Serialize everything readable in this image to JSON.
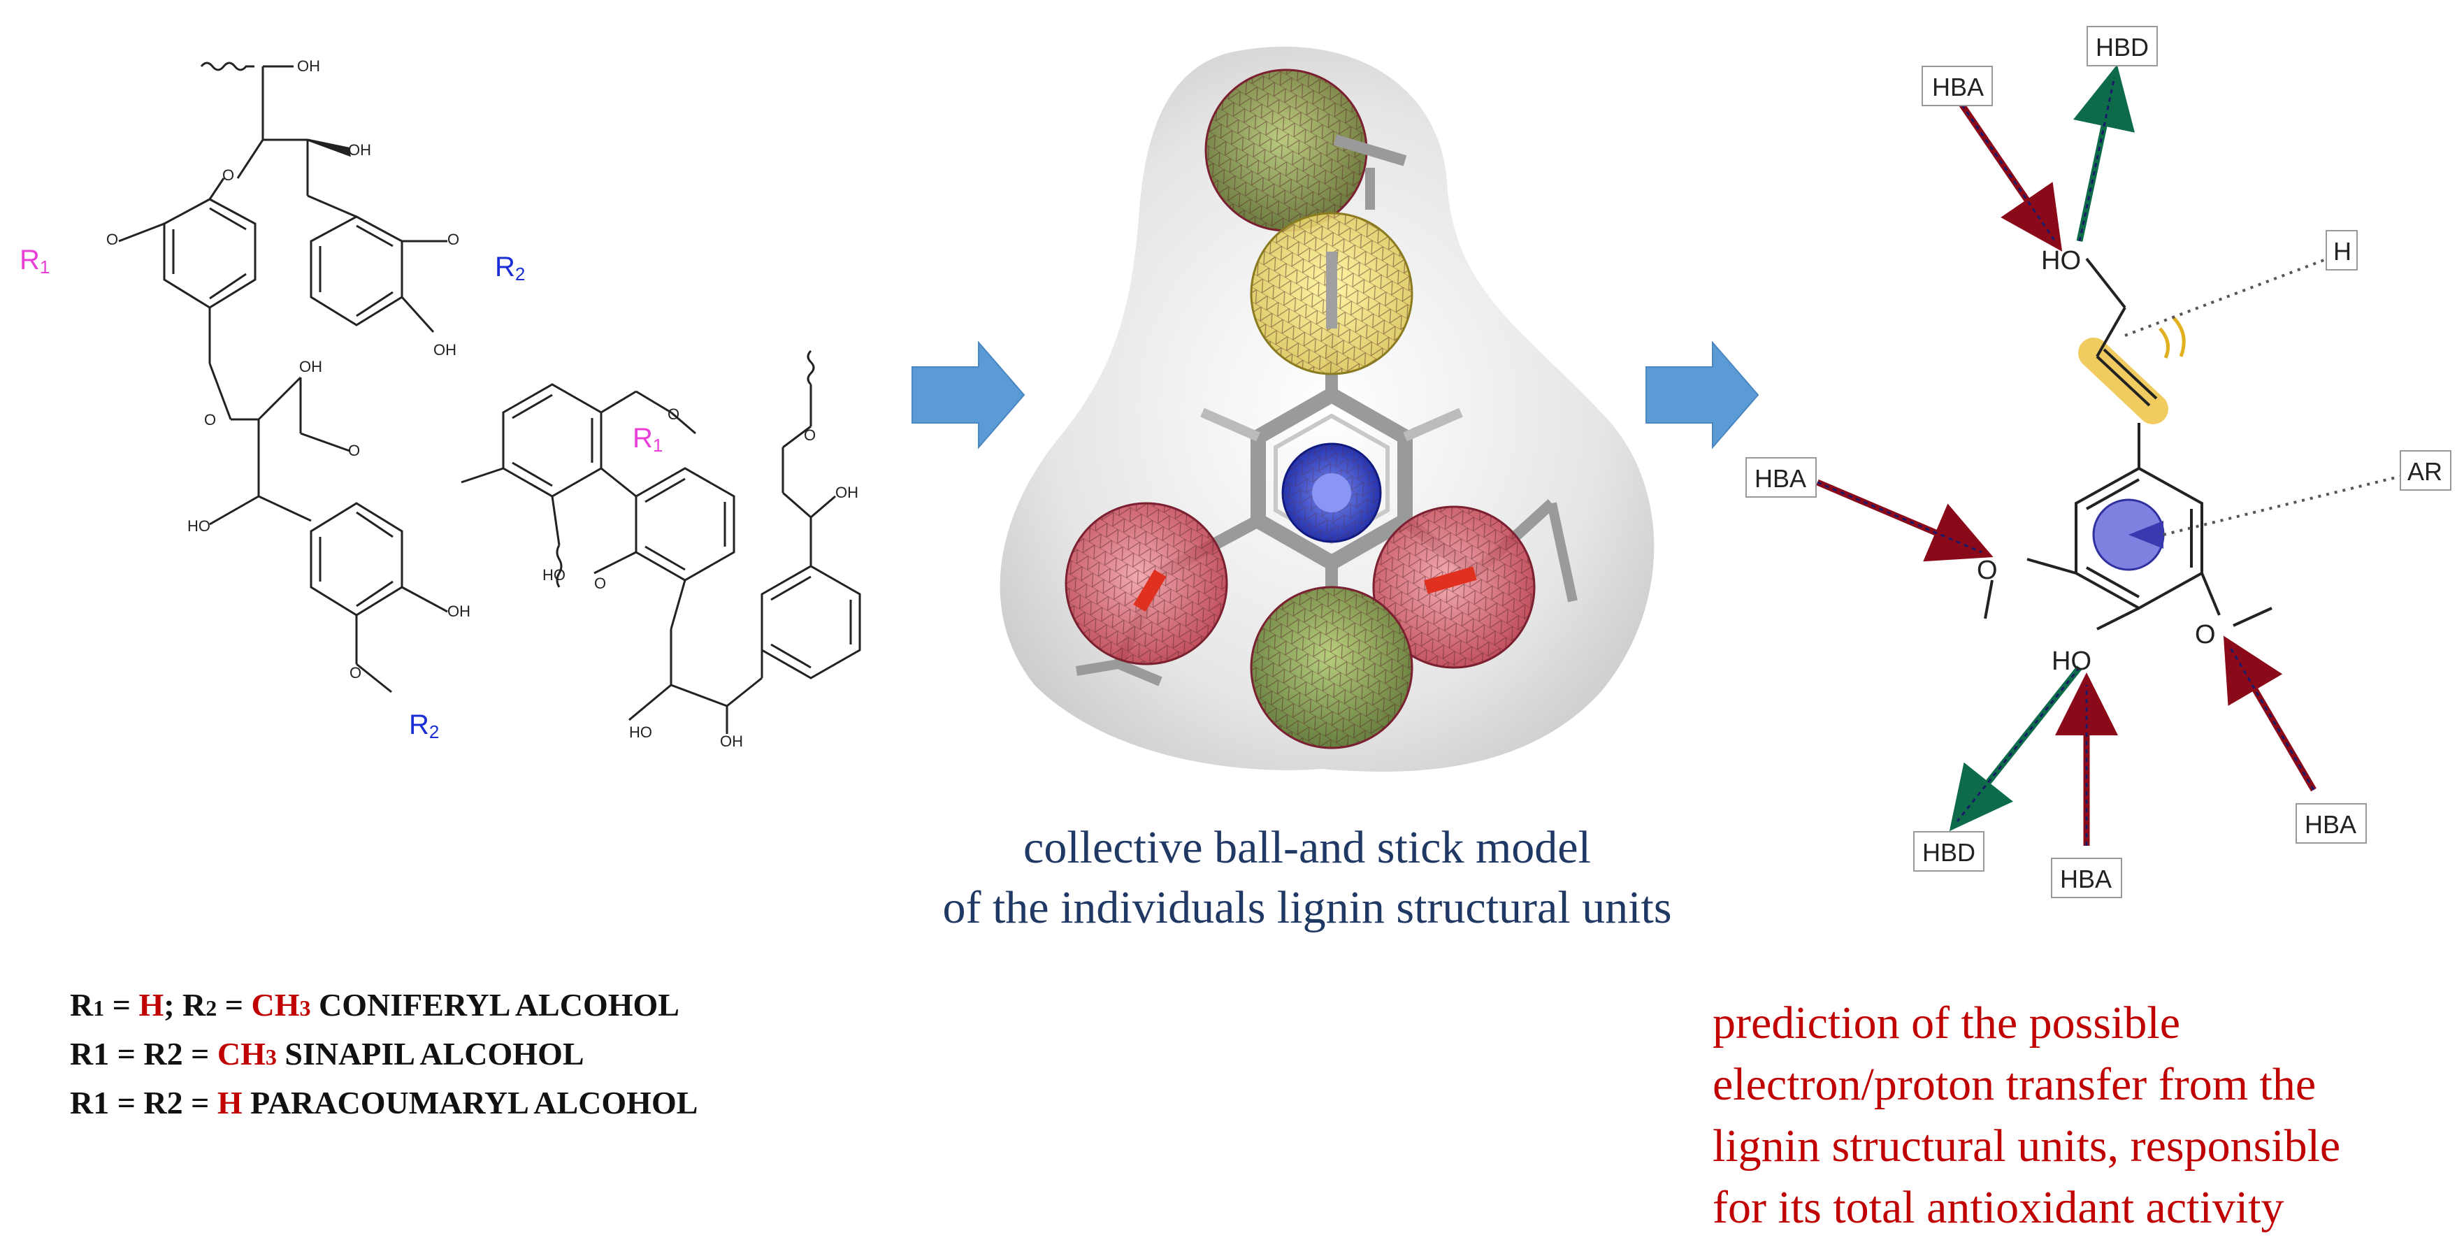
{
  "structure": {
    "r1": "R",
    "r1_sub": "1",
    "r2": "R",
    "r2_sub": "2",
    "oh": "OH",
    "ho": "HO",
    "o": "O"
  },
  "legend": {
    "line1": {
      "a": "R",
      "a_sub": "1",
      "eq1": " = ",
      "v1": "H",
      "sep": "; R",
      "b_sub": "2",
      "eq2": " = ",
      "v2": "CH",
      "v2_sub": "3",
      "name": " CONIFERYL ALCOHOL"
    },
    "line2": {
      "a": "R1 = R2 = ",
      "v": "CH",
      "v_sub": "3",
      "name": " SINAPIL  ALCOHOL"
    },
    "line3": {
      "a": "R1 = R2 = ",
      "v": "H",
      "name": " PARACOUMARYL ALCOHOL"
    }
  },
  "center_caption": {
    "line1": "collective ball-and stick model",
    "line2": "of the individuals lignin structural units"
  },
  "pharmacophore": {
    "labels": {
      "hba_top": "HBA",
      "hbd_top": "HBD",
      "h": "H",
      "ar": "AR",
      "hba_left": "HBA",
      "hbd_bottom": "HBD",
      "hba_bottom": "HBA",
      "hba_right": "HBA"
    },
    "atoms": {
      "ho_top": "HO",
      "o_left": "O",
      "ho_bottom": "HO",
      "o_right": "O"
    }
  },
  "right_caption": {
    "line1": "prediction of the possible",
    "line2": "electron/proton transfer from the",
    "line3": "lignin structural units, responsible",
    "line4": "for its total antioxidant activity"
  },
  "colors": {
    "r1_color": "#e83fd6",
    "r2_color": "#1a2ed6",
    "arrow_fill": "#5b9bd5",
    "legend_red": "#c00000",
    "center_caption": "#1f3864",
    "right_caption": "#c00000",
    "hba_arrow": "#8b0a1a",
    "hbd_arrow": "#0e6b4a"
  }
}
